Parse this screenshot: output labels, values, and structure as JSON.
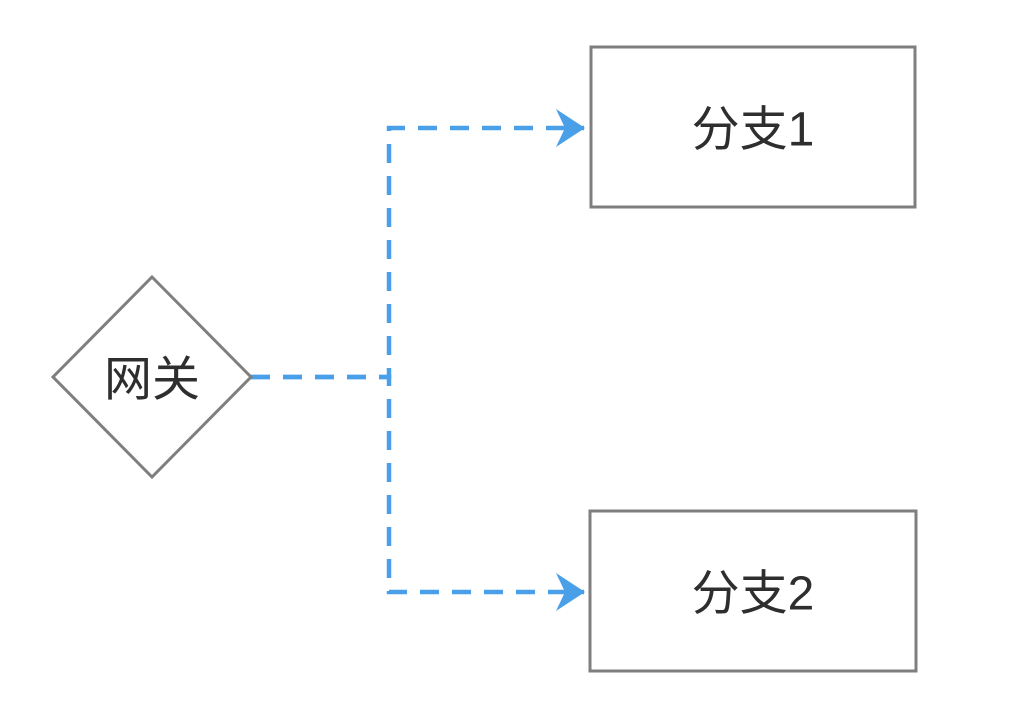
{
  "diagram": {
    "type": "flowchart",
    "background": "#ffffff",
    "colors": {
      "node_border": "#7f7f7f",
      "node_fill": "#ffffff",
      "connector": "#4aa0e8",
      "text": "#2e2e2e"
    },
    "nodes": {
      "gateway": {
        "label": "网关",
        "shape": "diamond"
      },
      "branch1": {
        "label": "分支1",
        "shape": "rectangle"
      },
      "branch2": {
        "label": "分支2",
        "shape": "rectangle"
      }
    },
    "edges": [
      {
        "from": "gateway",
        "to": "branch1",
        "line_style": "dashed",
        "arrow": "end",
        "routing": "orthogonal"
      },
      {
        "from": "gateway",
        "to": "branch2",
        "line_style": "dashed",
        "arrow": "end",
        "routing": "orthogonal"
      }
    ]
  }
}
